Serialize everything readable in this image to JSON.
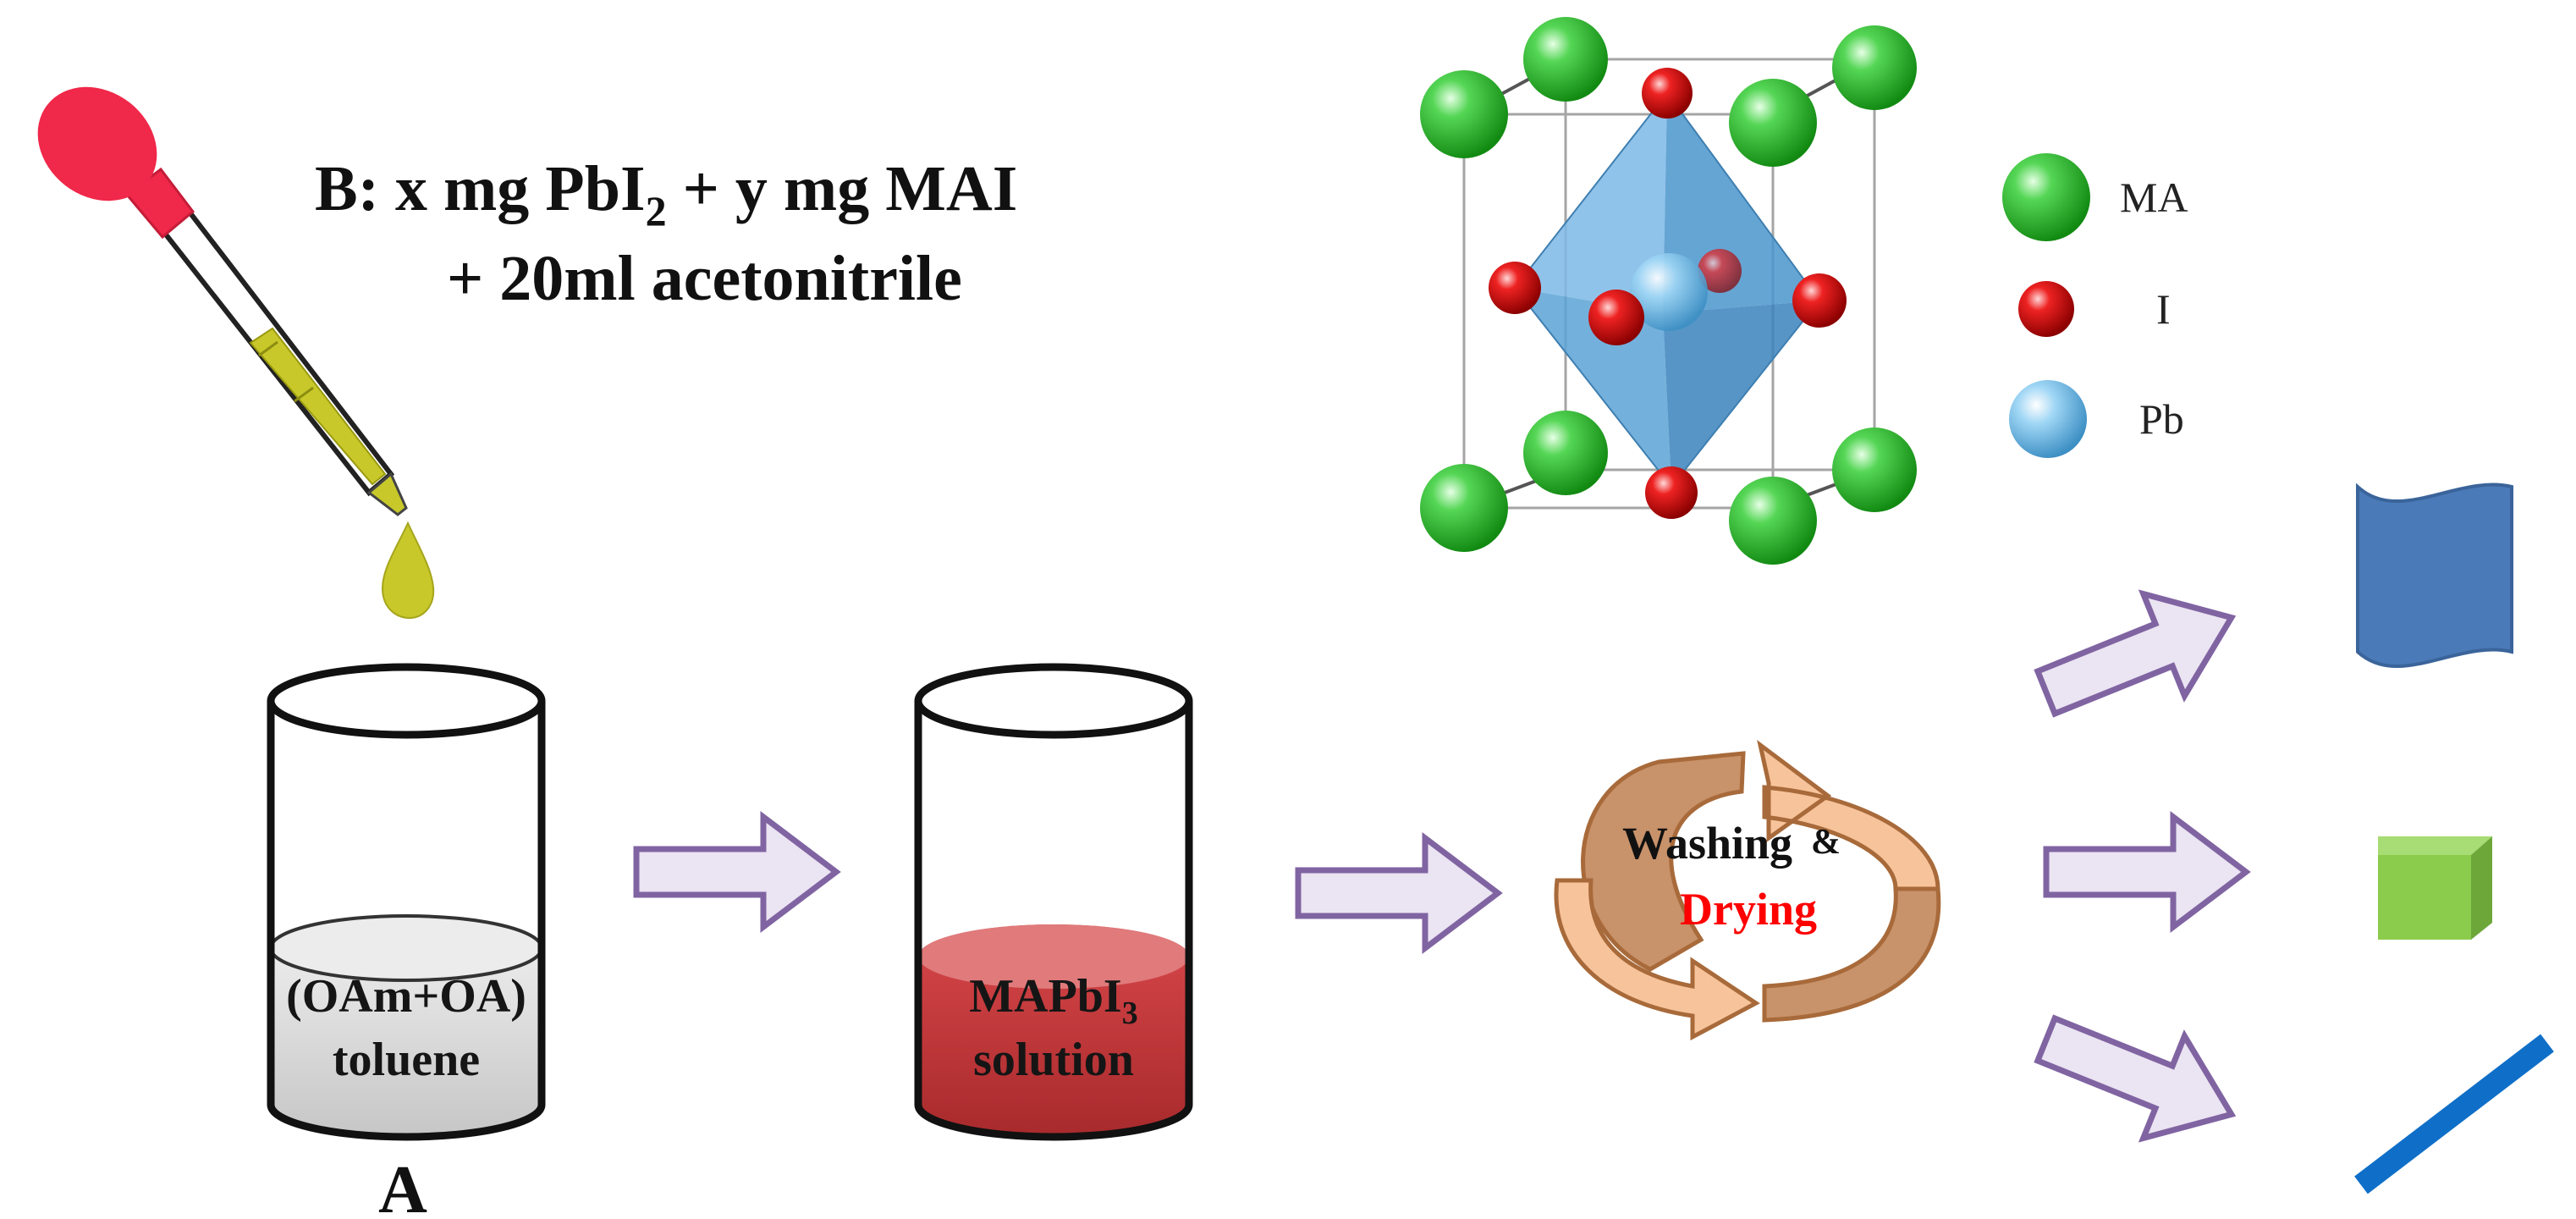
{
  "recipe": {
    "line1_pre": "B: x mg PbI",
    "line1_sub": "2",
    "line1_post": " + y mg MAI",
    "line2": "+ 20ml  acetonitrile"
  },
  "beaker_a": {
    "line1": "(OAm+OA)",
    "line2": "toluene",
    "caption": "A"
  },
  "beaker_b": {
    "line1_pre": "MAPbI",
    "line1_sub": "3",
    "line2": "solution"
  },
  "cycle": {
    "word1": "Washing",
    "connector": "&",
    "word2": "Drying"
  },
  "legend": [
    {
      "label": "MA",
      "color": "#3ec13e"
    },
    {
      "label": "I",
      "color": "#e01b1b"
    },
    {
      "label": "Pb",
      "color": "#7cc3ec"
    }
  ],
  "colors": {
    "dropper_bulb": "#f0284a",
    "dropper_liquid": "#c8c82a",
    "toluene_liquid": "#d9d9d9",
    "mapbi3_solution": "#c0393b",
    "arrow_fill": "#ebe4f2",
    "arrow_stroke": "#8064a2",
    "cycle_arrow_light": "#f7c39b",
    "cycle_arrow_dark": "#c8926a",
    "cycle_arrow_stroke": "#a86a3a",
    "drying_text": "#ff0000",
    "octahedron": "#5aa3d6",
    "sheet_shape": "#4a7ab8",
    "cube_shape": "#8ccc4c",
    "rod_shape": "#0f6fc8"
  },
  "products": [
    "sheet-shape",
    "cube-shape",
    "rod-shape"
  ]
}
